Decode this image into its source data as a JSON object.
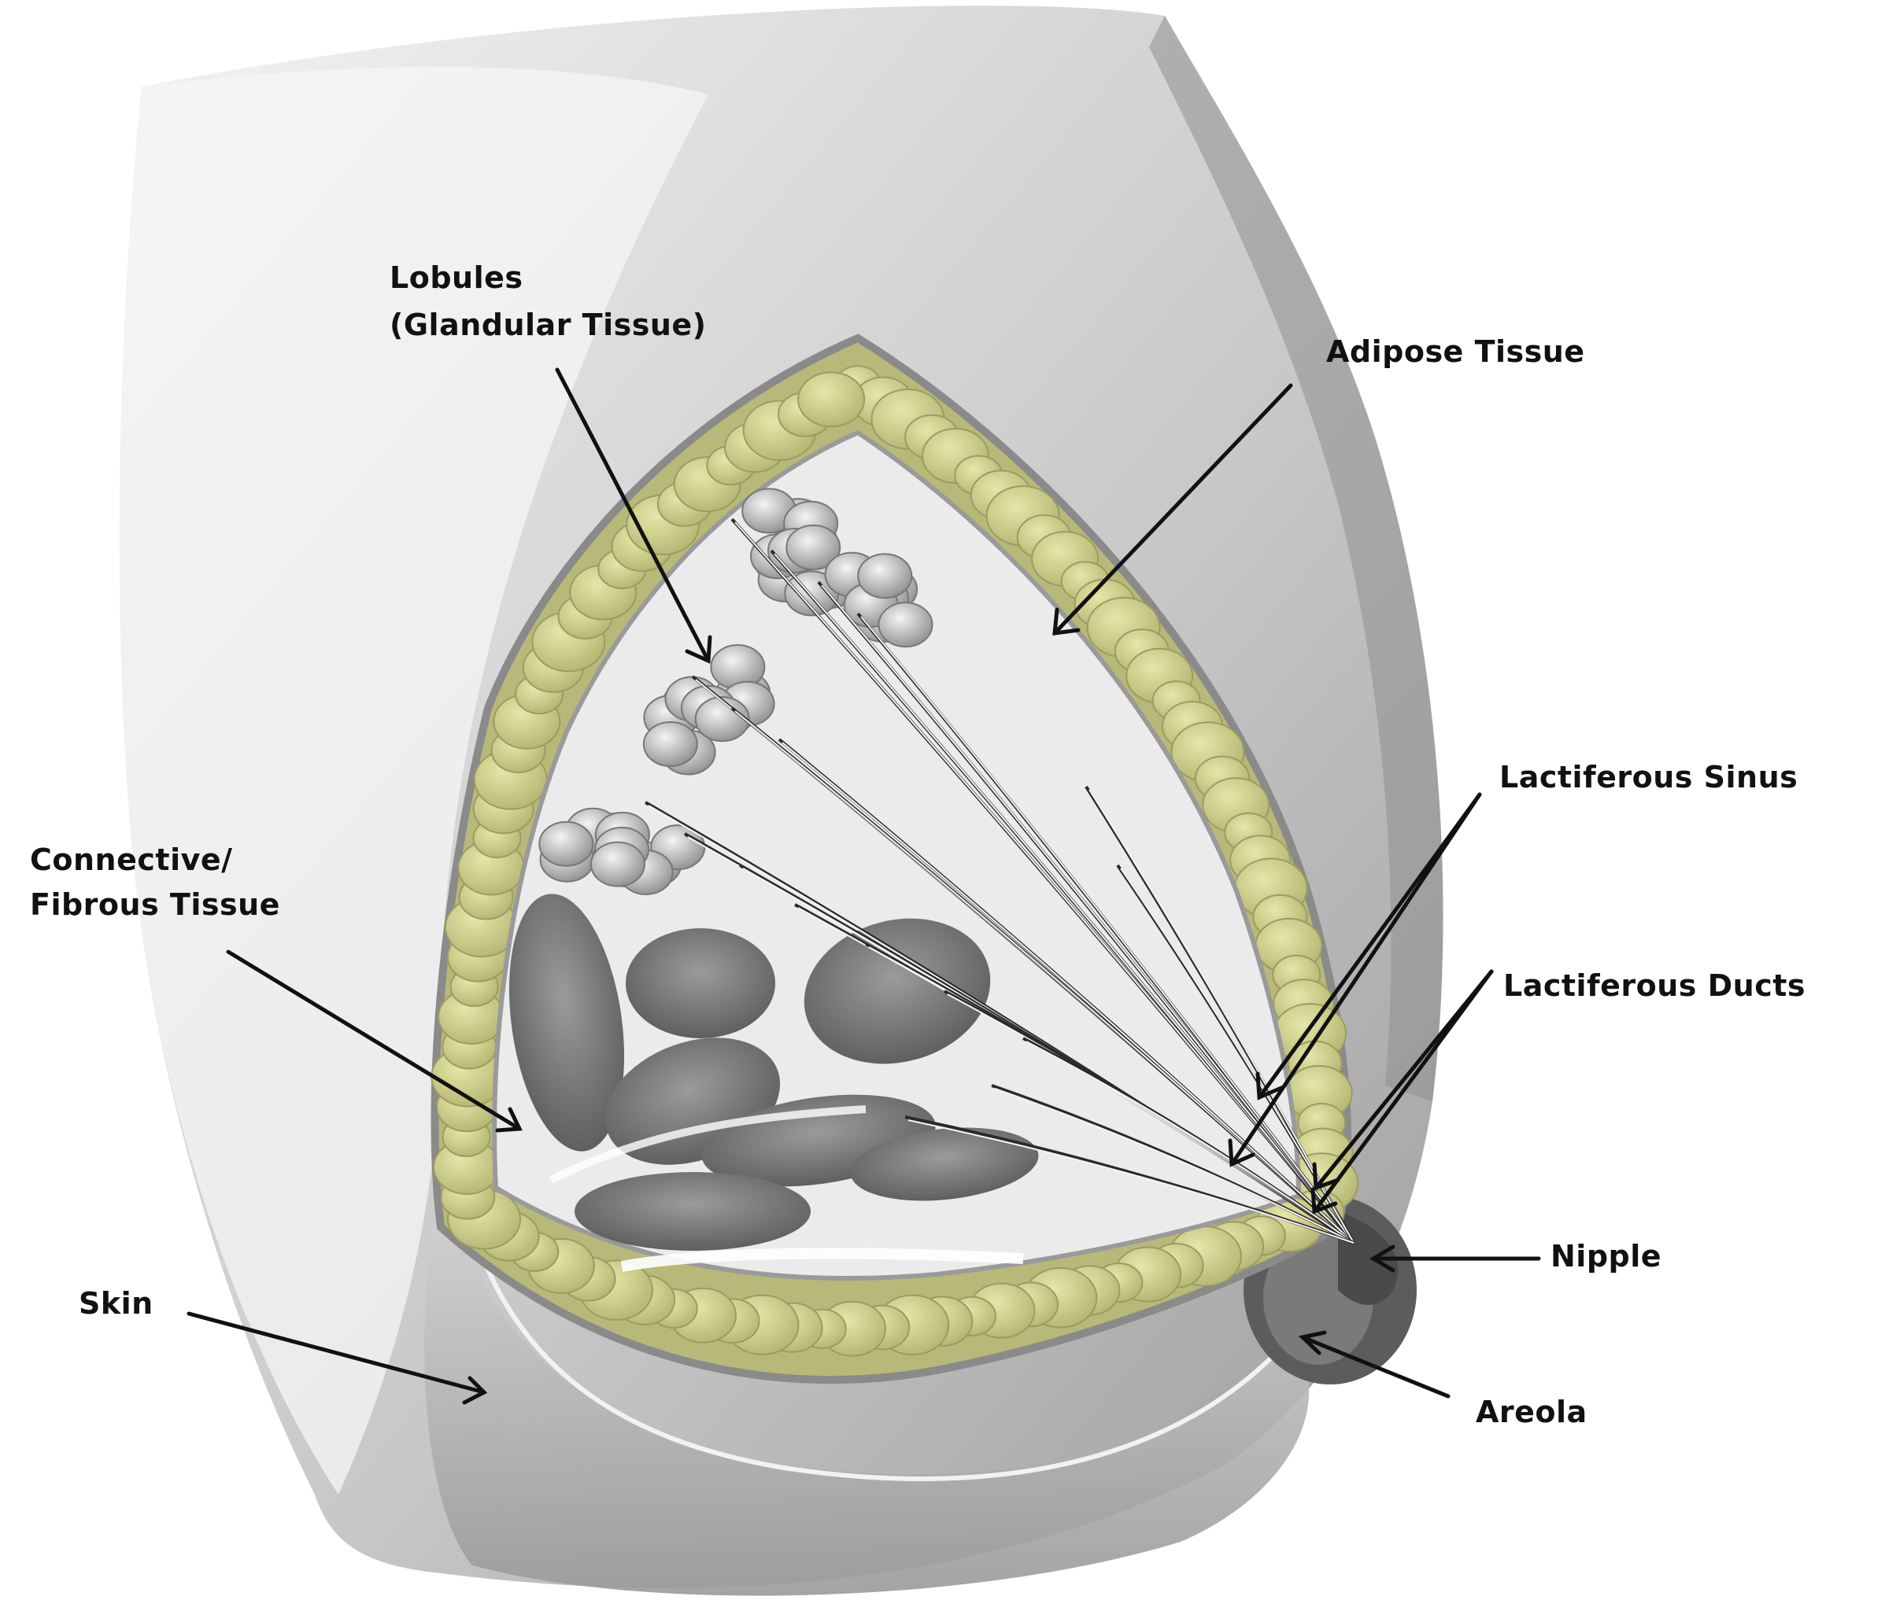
{
  "colors": {
    "background": "#ffffff",
    "skin_gray": "#b9b9b9",
    "skin_dark": "#8c8c8c",
    "adipose_fill": "#c9c98a",
    "adipose_lobe": "#d9d99a",
    "cavity": "#e9e9e9",
    "gland": "#9a9a9a",
    "gland_light": "#dcdcdc",
    "muscle": "#6f6f6f",
    "leader": "#111111"
  },
  "labels": {
    "lobules_line1": "Lobules",
    "lobules_line2": "(Glandular Tissue)",
    "adipose": "Adipose Tissue",
    "lactiferous_sinus": "Lactiferous Sinus",
    "connective_line1": "Connective/",
    "connective_line2": "Fibrous Tissue",
    "lactiferous_ducts": "Lactiferous Ducts",
    "nipple": "Nipple",
    "skin": "Skin",
    "areola": "Areola"
  }
}
